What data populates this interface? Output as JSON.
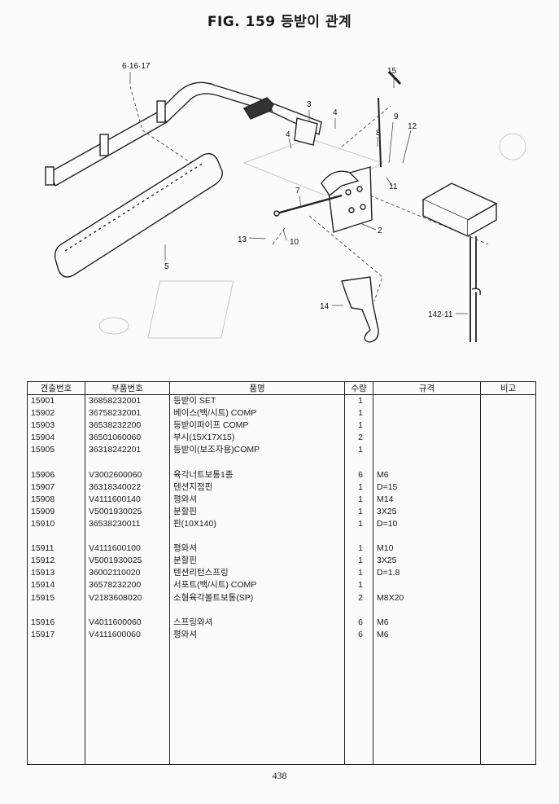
{
  "title": "FIG. 159 등받이 관계",
  "page_number": "438",
  "diagram_labels": {
    "l_6_16_17": "6·16·17",
    "l_15": "15",
    "l_3": "3",
    "l_4a": "4",
    "l_4b": "4",
    "l_8": "8",
    "l_9": "9",
    "l_12": "12",
    "l_11": "11",
    "l_7": "7",
    "l_2": "2",
    "l_13": "13",
    "l_10": "10",
    "l_5": "5",
    "l_14": "14",
    "l_142_11": "142-11"
  },
  "table": {
    "headers": [
      "견출번호",
      "부품번호",
      "품명",
      "수량",
      "규격",
      "비고"
    ],
    "rows": [
      [
        "15901",
        "36858232001",
        "등받이 SET",
        "1",
        "",
        ""
      ],
      [
        "15902",
        "36758232001",
        "베이스(백/시트) COMP",
        "1",
        "",
        ""
      ],
      [
        "15903",
        "36538232200",
        "등받이파이프 COMP",
        "1",
        "",
        ""
      ],
      [
        "15904",
        "36501060060",
        "부시(15X17X15)",
        "2",
        "",
        ""
      ],
      [
        "15905",
        "36318242201",
        "등받이(보조자용)COMP",
        "1",
        "",
        ""
      ],
      [
        "",
        "",
        "",
        "",
        "",
        ""
      ],
      [
        "15906",
        "V3002600060",
        "육각너트보통1종",
        "6",
        "M6",
        ""
      ],
      [
        "15907",
        "36318340022",
        "텐션지점핀",
        "1",
        "D=15",
        ""
      ],
      [
        "15908",
        "V4111600140",
        "평와셔",
        "1",
        "M14",
        ""
      ],
      [
        "15909",
        "V5001930025",
        "분할핀",
        "1",
        "3X25",
        ""
      ],
      [
        "15910",
        "36538230011",
        "핀(10X140)",
        "1",
        "D=10",
        ""
      ],
      [
        "",
        "",
        "",
        "",
        "",
        ""
      ],
      [
        "15911",
        "V4111600100",
        "평와셔",
        "1",
        "M10",
        ""
      ],
      [
        "15912",
        "V5001930025",
        "분할핀",
        "1",
        "3X25",
        ""
      ],
      [
        "15913",
        "36002110020",
        "텐션리턴스프링",
        "1",
        "D=1.8",
        ""
      ],
      [
        "15914",
        "36578232200",
        "서포트(백/시트) COMP",
        "1",
        "",
        ""
      ],
      [
        "15915",
        "V2183608020",
        "소형육각볼트보통(SP)",
        "2",
        "M8X20",
        ""
      ],
      [
        "",
        "",
        "",
        "",
        "",
        ""
      ],
      [
        "15916",
        "V4011600060",
        "스프링와셔",
        "6",
        "M6",
        ""
      ],
      [
        "15917",
        "V4111600060",
        "평와셔",
        "6",
        "M6",
        ""
      ],
      [
        "",
        "",
        "",
        "",
        "",
        ""
      ],
      [
        "",
        "",
        "",
        "",
        "",
        ""
      ],
      [
        "",
        "",
        "",
        "",
        "",
        ""
      ],
      [
        "",
        "",
        "",
        "",
        "",
        ""
      ],
      [
        "",
        "",
        "",
        "",
        "",
        ""
      ],
      [
        "",
        "",
        "",
        "",
        "",
        ""
      ],
      [
        "",
        "",
        "",
        "",
        "",
        ""
      ],
      [
        "",
        "",
        "",
        "",
        "",
        ""
      ],
      [
        "",
        "",
        "",
        "",
        "",
        ""
      ],
      [
        "",
        "",
        "",
        "",
        "",
        ""
      ]
    ]
  }
}
